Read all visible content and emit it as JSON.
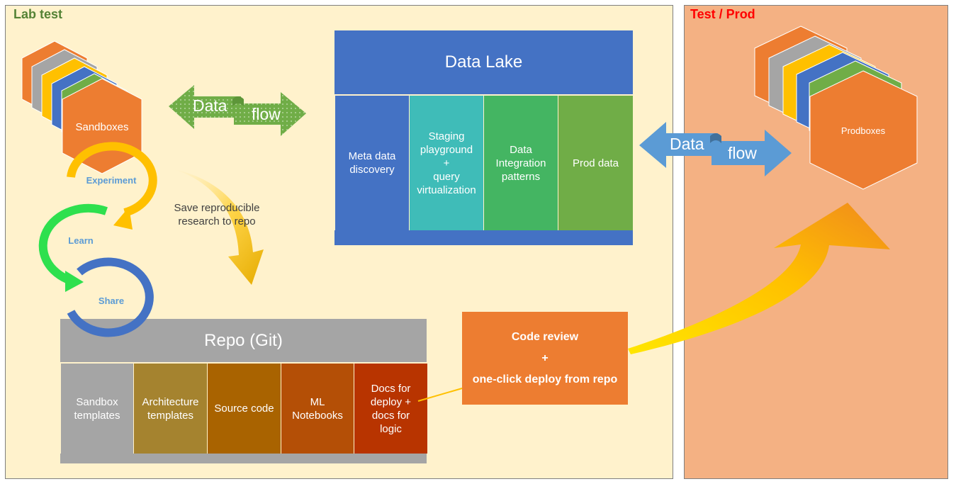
{
  "panels": {
    "lab_title": "Lab test",
    "prod_title": "Test / Prod"
  },
  "sandboxes": {
    "label": "Sandboxes"
  },
  "prodboxes": {
    "label": "Prodboxes"
  },
  "cycle": {
    "experiment": "Experiment",
    "learn": "Learn",
    "share": "Share"
  },
  "data_flow_left": {
    "word1": "Data",
    "word2": "flow"
  },
  "data_flow_right": {
    "word1": "Data",
    "word2": "flow"
  },
  "save_note": {
    "line1": "Save reproducible",
    "line2": "research to repo"
  },
  "data_lake": {
    "title": "Data Lake",
    "columns": [
      {
        "lines": [
          "Meta data",
          "discovery"
        ],
        "color": "#4472c4"
      },
      {
        "lines": [
          "Staging",
          "playground",
          "+",
          "query",
          "virtualization"
        ],
        "color": "#3fbcb8"
      },
      {
        "lines": [
          "Data",
          "Integration",
          "patterns"
        ],
        "color": "#44b562"
      },
      {
        "lines": [
          "Prod data"
        ],
        "color": "#70ad47"
      }
    ]
  },
  "repo": {
    "title": "Repo (Git)",
    "columns": [
      {
        "lines": [
          "Sandbox",
          "templates"
        ],
        "color": "#a5a5a5"
      },
      {
        "lines": [
          "Architecture",
          "templates"
        ],
        "color": "#a5832f"
      },
      {
        "lines": [
          "Source code"
        ],
        "color": "#a96300"
      },
      {
        "lines": [
          "ML",
          "Notebooks"
        ],
        "color": "#b44f06"
      },
      {
        "lines": [
          "Docs for",
          "deploy +",
          "docs for",
          "logic"
        ],
        "color": "#b83400"
      }
    ]
  },
  "code_review": {
    "line1": "Code review",
    "line2": "+",
    "line3": "one-click deploy from repo"
  },
  "colors": {
    "hex_orange": "#ed7d31",
    "hex_gray": "#a5a5a5",
    "hex_yellow": "#ffc000",
    "hex_blue": "#4472c4",
    "hex_green": "#70ad47",
    "flow_green": "#70ad47",
    "flow_blue": "#5b9bd5",
    "cycle_yellow": "#ffc000",
    "cycle_green": "#2ee04e",
    "cycle_blue": "#4472c4"
  }
}
